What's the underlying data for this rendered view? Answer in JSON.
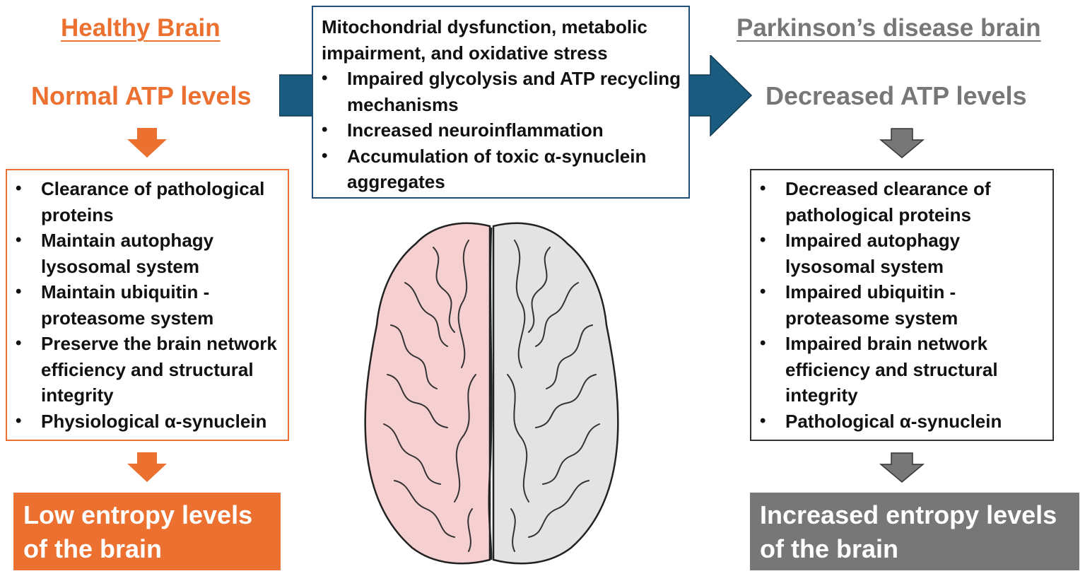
{
  "colors": {
    "healthy": "#ec7130",
    "disease": "#777777",
    "center_border": "#1f4e79",
    "big_arrow": "#1a5c80",
    "brain_left": "#f6cfd1",
    "brain_right": "#e3e3e3"
  },
  "healthy": {
    "heading": "Healthy Brain",
    "atp": "Normal ATP levels",
    "items": [
      "Clearance of pathological proteins",
      "Maintain autophagy lysosomal system",
      "Maintain ubiquitin - proteasome system",
      "Preserve the brain network efficiency and structural integrity",
      "Physiological α-synuclein"
    ],
    "result": "Low entropy levels of the brain"
  },
  "center": {
    "title": "Mitochondrial dysfunction, metabolic impairment, and oxidative stress",
    "items": [
      "Impaired glycolysis and ATP recycling mechanisms",
      "Increased neuroinflammation",
      "Accumulation of toxic α-synuclein aggregates"
    ]
  },
  "disease": {
    "heading": "Parkinson’s disease brain",
    "atp": "Decreased ATP levels",
    "items": [
      "Decreased clearance of pathological proteins",
      "Impaired autophagy lysosomal system",
      "Impaired ubiquitin - proteasome system",
      "Impaired brain network efficiency and structural integrity",
      "Pathological α-synuclein"
    ],
    "result": "Increased entropy levels of the brain"
  },
  "icons": {
    "big_arrow": "right-arrow-icon",
    "down_arrow": "down-arrow-icon",
    "brain": "brain-illustration"
  }
}
